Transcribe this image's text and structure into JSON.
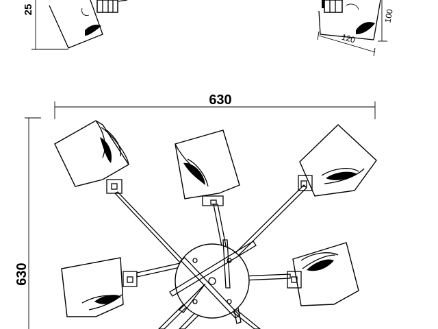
{
  "dimensions": {
    "width_total": "630",
    "height_total": "630",
    "shade_width": "120",
    "shade_height": "100",
    "side_height_partial": "25"
  },
  "colors": {
    "line": "#000000",
    "background": "#ffffff"
  }
}
